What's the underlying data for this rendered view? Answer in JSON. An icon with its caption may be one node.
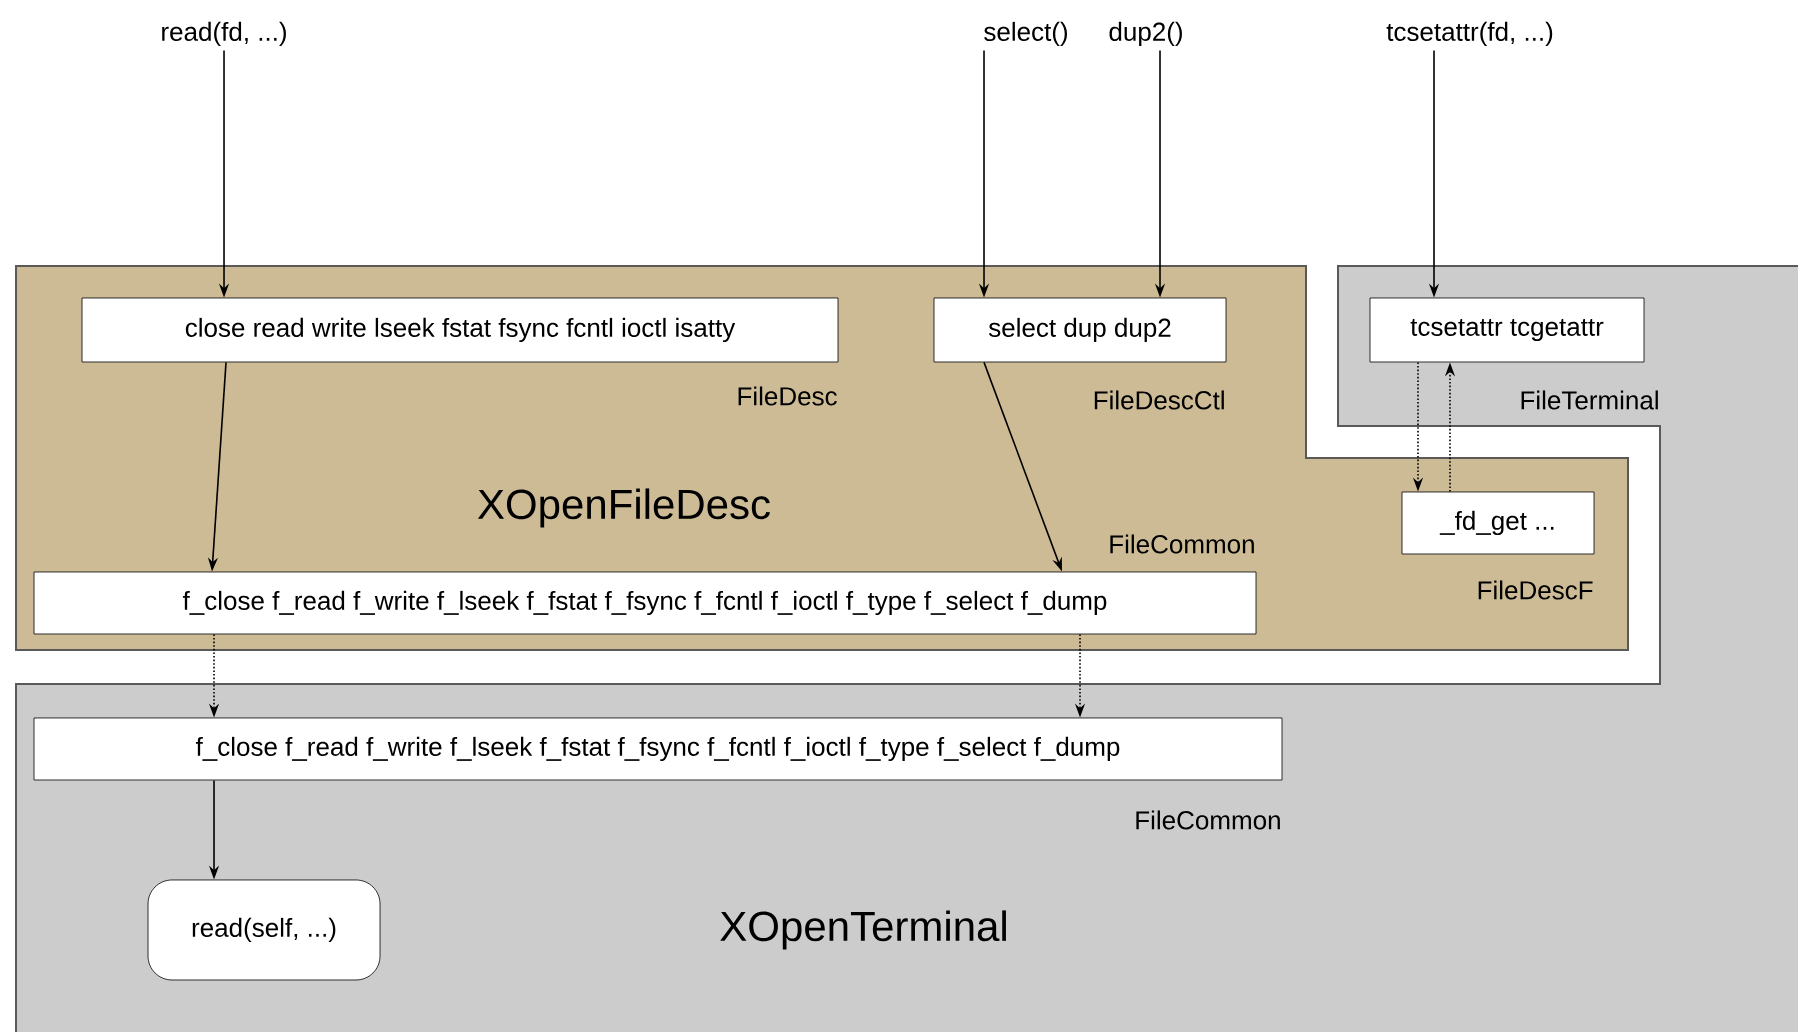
{
  "diagram": {
    "nodes": [
      {
        "text": [
          "XOpenFileDesc"
        ]
      },
      {
        "text": [
          "close read write lseek fstat fsync fcntl ioctl isatty"
        ],
        "in": 0,
        "beside": [
          "FileDesc"
        ]
      },
      {
        "text": [
          "select dup dup2"
        ],
        "in": 0,
        "beside": [
          "FileDescCtl"
        ]
      },
      {
        "text": [
          "f_close f_read f_write f_lseek f_fstat f_fsync f_fcntl f_ioctl f_type f_select f_dump"
        ],
        "in": 0,
        "beside": [
          "FileCommon"
        ]
      },
      {
        "text": [
          "_fd_get ..."
        ],
        "in": 0,
        "beside": [
          "FileDescF"
        ]
      },
      {
        "text": [
          "XOpenTerminal"
        ]
      },
      {
        "text": [
          "tcsetattr tcgetattr"
        ],
        "in": 5,
        "beside": [
          "FileTerminal"
        ]
      },
      {
        "text": [
          "f_close f_read f_write f_lseek f_fstat f_fsync f_fcntl f_ioctl f_type f_select f_dump"
        ],
        "in": 5,
        "beside": [
          "FileCommon"
        ]
      },
      {
        "text": [
          "read(self, ...)"
        ],
        "in": 5
      },
      {
        "text": [
          "read(fd, ...)"
        ]
      },
      {
        "text": [
          "select()"
        ]
      },
      {
        "text": [
          "dup2()"
        ]
      },
      {
        "text": [
          "tcsetattr(fd, ...)"
        ]
      }
    ],
    "edges": [
      {
        "from": 9,
        "to": 1,
        "arrow": "to"
      },
      {
        "from": 10,
        "to": 2,
        "arrow": "to"
      },
      {
        "from": 11,
        "to": 2,
        "arrow": "to"
      },
      {
        "from": 12,
        "to": 6,
        "arrow": "to"
      },
      {
        "from": 1,
        "to": 3,
        "arrow": "to"
      },
      {
        "from": 2,
        "to": 3,
        "arrow": "to"
      },
      {
        "from": 6,
        "to": 4,
        "arrow": "to",
        "style": "dashed"
      },
      {
        "from": 4,
        "to": 6,
        "arrow": "to",
        "style": "dashed"
      },
      {
        "from": 3,
        "to": 7,
        "arrow": "to",
        "style": "dashed"
      },
      {
        "from": 3,
        "to": 7,
        "arrow": "to",
        "style": "dashed"
      },
      {
        "from": 7,
        "to": 8,
        "arrow": "to"
      }
    ]
  }
}
